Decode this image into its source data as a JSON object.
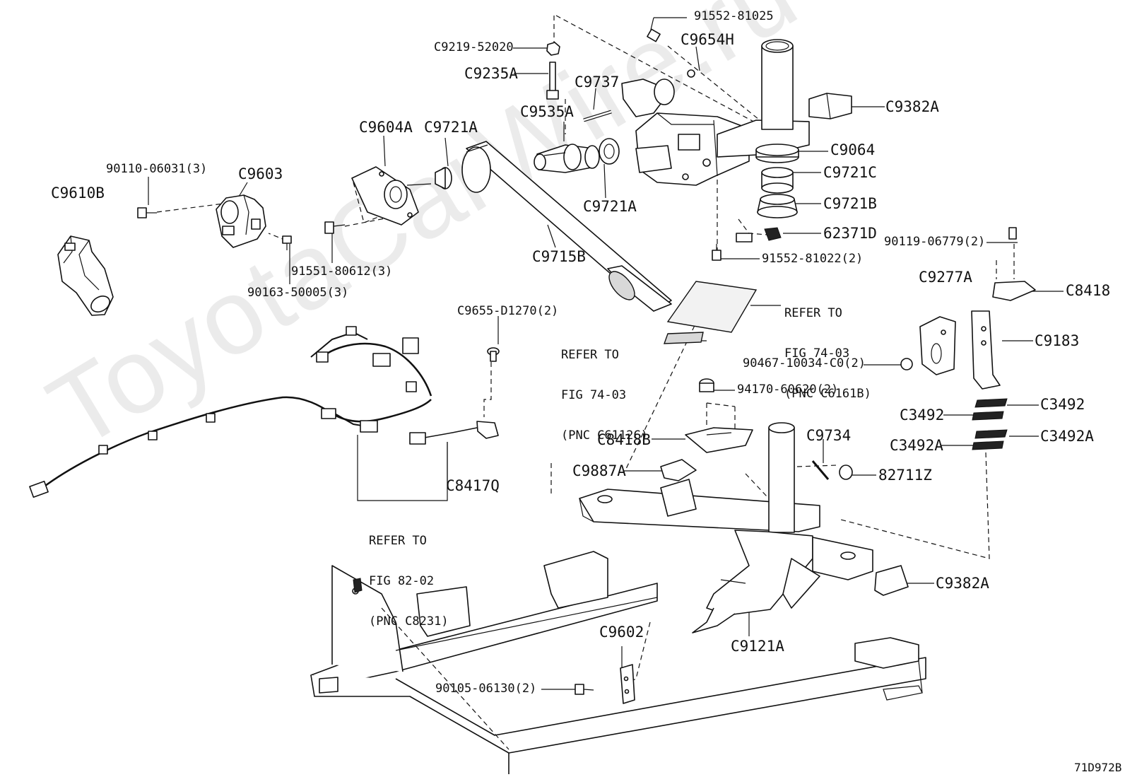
{
  "diagram": {
    "watermark": "ToyotaCarWire.ru",
    "figure_code": "71D972B"
  },
  "labels": {
    "p91552_81025": "91552-81025",
    "pC9654H": "C9654H",
    "pC9219_52020": "C9219-52020",
    "pC9235A": "C9235A",
    "pC9737": "C9737",
    "pC9535A": "C9535A",
    "pC9382A_top": "C9382A",
    "pC9064": "C9064",
    "pC9721C": "C9721C",
    "pC9721B": "C9721B",
    "p62371D": "62371D",
    "p91552_81022": "91552-81022(2)",
    "pC9604A": "C9604A",
    "pC9721A_1": "C9721A",
    "pC9721A_2": "C9721A",
    "p90110_06031": "90110-06031(3)",
    "pC9603": "C9603",
    "pC9610B": "C9610B",
    "pC9715B": "C9715B",
    "p91551_80612": "91551-80612(3)",
    "p90163_50005": "90163-50005(3)",
    "p90119_06779": "90119-06779(2)",
    "pC9277A": "C9277A",
    "pC8418": "C8418",
    "pC9183": "C9183",
    "p90467_10034": "90467-10034-C0(2)",
    "pC3492_r": "C3492",
    "pC3492_l": "C3492",
    "pC3492A_r": "C3492A",
    "pC3492A_l": "C3492A",
    "pC9655_D1270": "C9655-D1270(2)",
    "p94170_60620": "94170-60620(2)",
    "pC8418B": "C8418B",
    "pC9734": "C9734",
    "pC9887A": "C9887A",
    "p82711Z": "82711Z",
    "pC8417Q": "C8417Q",
    "pC9382A_bot": "C9382A",
    "pC9121A": "C9121A",
    "pC9602": "C9602",
    "p90105_06130": "90105-06130(2)"
  },
  "notes": {
    "refer_c6161b": [
      "REFER TO",
      "FIG 74-03",
      "(PNC C6161B)"
    ],
    "refer_c6112c": [
      "REFER TO",
      "FIG 74-03",
      "(PNC C6112C)"
    ],
    "refer_c8231": [
      "REFER TO",
      "FIG 82-02",
      "(PNC C8231)"
    ]
  }
}
